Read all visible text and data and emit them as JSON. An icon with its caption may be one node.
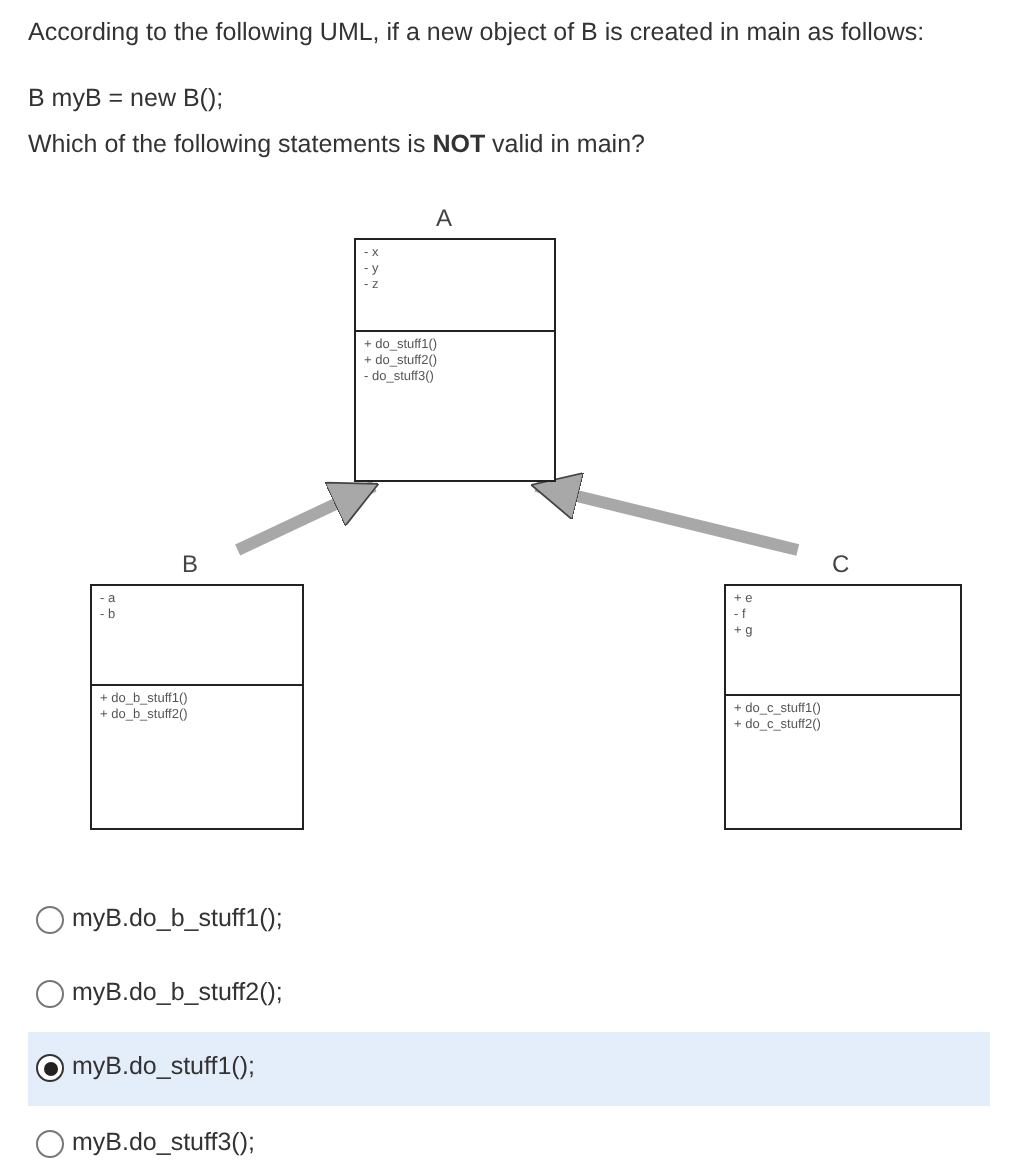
{
  "diagram": {
    "nodes": [
      {
        "text": [
          "A"
        ]
      },
      {
        "text": [
          "- x",
          "- y",
          "- z"
        ],
        "in": 0
      },
      {
        "text": [
          "+ do_stuff1()",
          "+ do_stuff2()",
          "- do_stuff3()"
        ],
        "in": 0
      },
      {
        "text": [
          "B"
        ]
      },
      {
        "text": [
          "- a",
          "- b"
        ],
        "in": 3
      },
      {
        "text": [
          "+ do_b_stuff1()",
          "+ do_b_stuff2()"
        ],
        "in": 3
      },
      {
        "text": [
          "C"
        ]
      },
      {
        "text": [
          "+ e",
          "- f",
          "+ g"
        ],
        "in": 6
      },
      {
        "text": [
          "+ do_c_stuff1()",
          "+ do_c_stuff2()"
        ],
        "in": 6
      }
    ],
    "edges": [
      {
        "from": 3,
        "to": 0,
        "arrow": "to"
      },
      {
        "from": 6,
        "to": 0,
        "arrow": "to"
      }
    ],
    "labels": [
      "According to the following UML, if a new object of B is created in main as follows:",
      "B myB = new B();",
      "Which of the following statements is **NOT** valid in main?",
      "myB.do_b_stuff1();",
      "myB.do_b_stuff2();",
      "myB.do_stuff1();",
      "myB.do_stuff3();"
    ]
  }
}
